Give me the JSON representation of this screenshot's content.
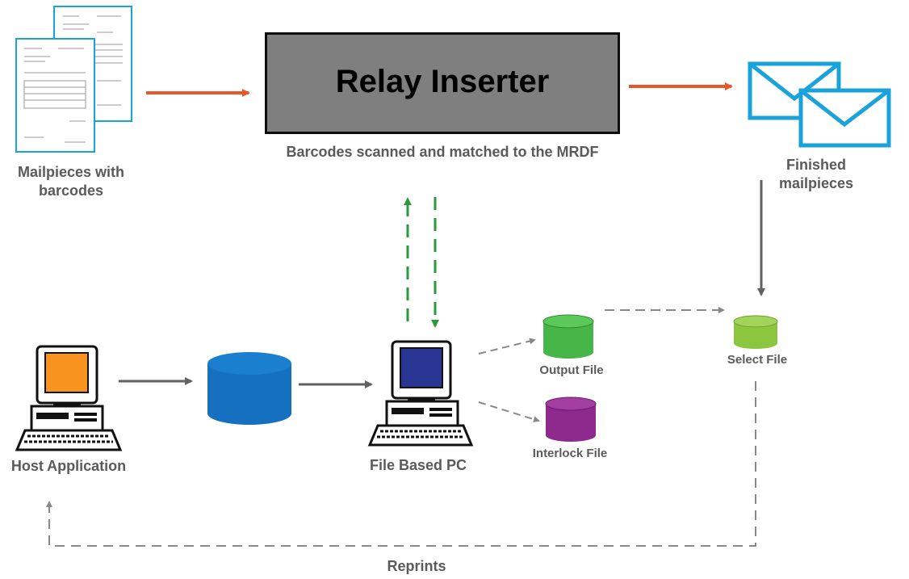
{
  "inserter": {
    "title": "Relay Inserter"
  },
  "labels": {
    "mailpieces": [
      "Mailpieces with",
      "barcodes"
    ],
    "barcodes_scanned": "Barcodes scanned and matched to the MRDF",
    "finished": [
      "Finished",
      "mailpieces"
    ],
    "host_application": "Host Application",
    "file_based_pc": "File Based PC",
    "output_file": "Output File",
    "interlock_file": "Interlock File",
    "select_file": "Select File",
    "reprints": "Reprints"
  },
  "colors": {
    "orange_arrow": "#e8572a",
    "green_arrow": "#2a9a3c",
    "gray_arrow": "#616161",
    "dashed_gray": "#888888",
    "envelope_blue": "#1aa3d9",
    "database_blue": "#1570bf",
    "output_green": "#48b548",
    "interlock_purple": "#8e2a8e",
    "select_green": "#8cc63f",
    "host_screen": "#f7931e",
    "pc_screen": "#283593"
  }
}
